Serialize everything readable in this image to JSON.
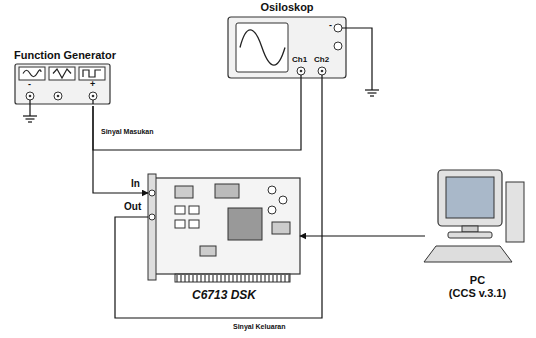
{
  "diagram": {
    "nodes": [
      {
        "text": [
          "Function Generator"
        ]
      },
      {
        "text": [
          "Osiloskop"
        ]
      },
      {
        "text": [
          "C6713 DSK"
        ]
      },
      {
        "text": [
          "PC",
          "(CCS v.3.1)"
        ]
      }
    ],
    "edges": [
      {
        "from": 0,
        "to": 2,
        "arrow": "to"
      },
      {
        "from": 0,
        "to": 1,
        "label": "Sinyal Masukan",
        "arrow": "none"
      },
      {
        "from": 2,
        "to": 1,
        "label": "Sinyal Keluaran",
        "arrow": "none"
      },
      {
        "from": 3,
        "to": 2,
        "arrow": "to"
      }
    ],
    "labels": [
      "-",
      "+",
      "Ch1",
      "Ch2",
      "-",
      "In",
      "Out"
    ]
  }
}
